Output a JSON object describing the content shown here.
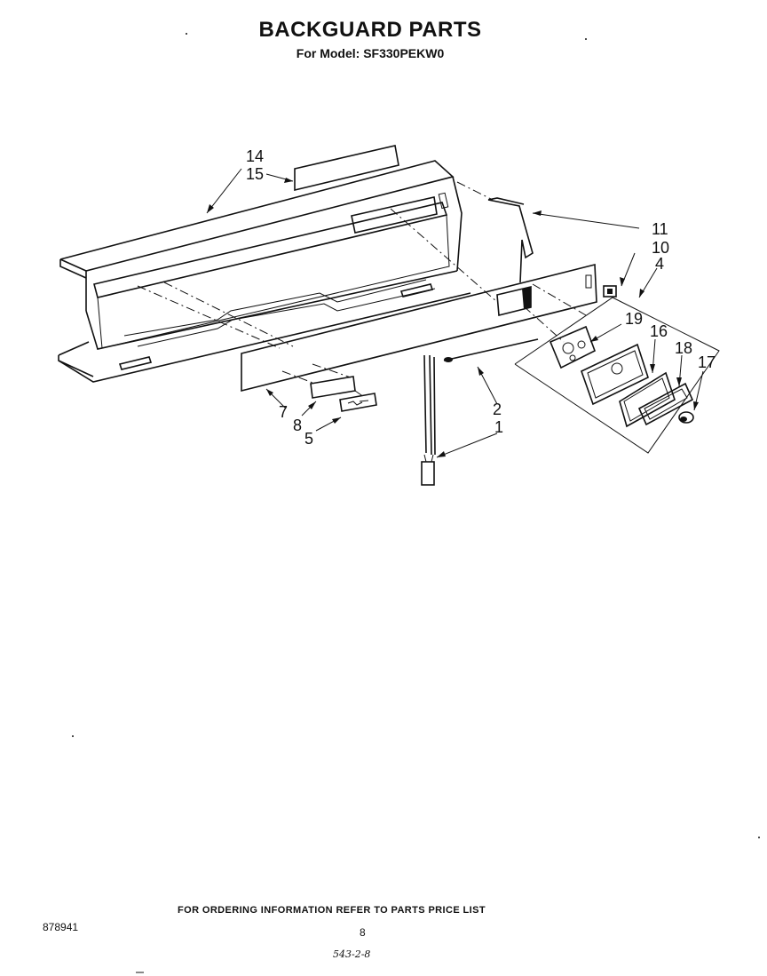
{
  "header": {
    "title": "BACKGUARD PARTS",
    "subtitle": "For Model: SF330PEKW0"
  },
  "callouts": {
    "c14": "14",
    "c15": "15",
    "c11": "11",
    "c10": "10",
    "c4": "4",
    "c19": "19",
    "c16": "16",
    "c18": "18",
    "c17": "17",
    "c2": "2",
    "c1": "1",
    "c7": "7",
    "c8": "8",
    "c5": "5"
  },
  "footer": {
    "note": "FOR ORDERING INFORMATION REFER TO PARTS PRICE LIST",
    "doc_number": "878941",
    "page_number": "8",
    "handwritten": "543-2-8"
  }
}
